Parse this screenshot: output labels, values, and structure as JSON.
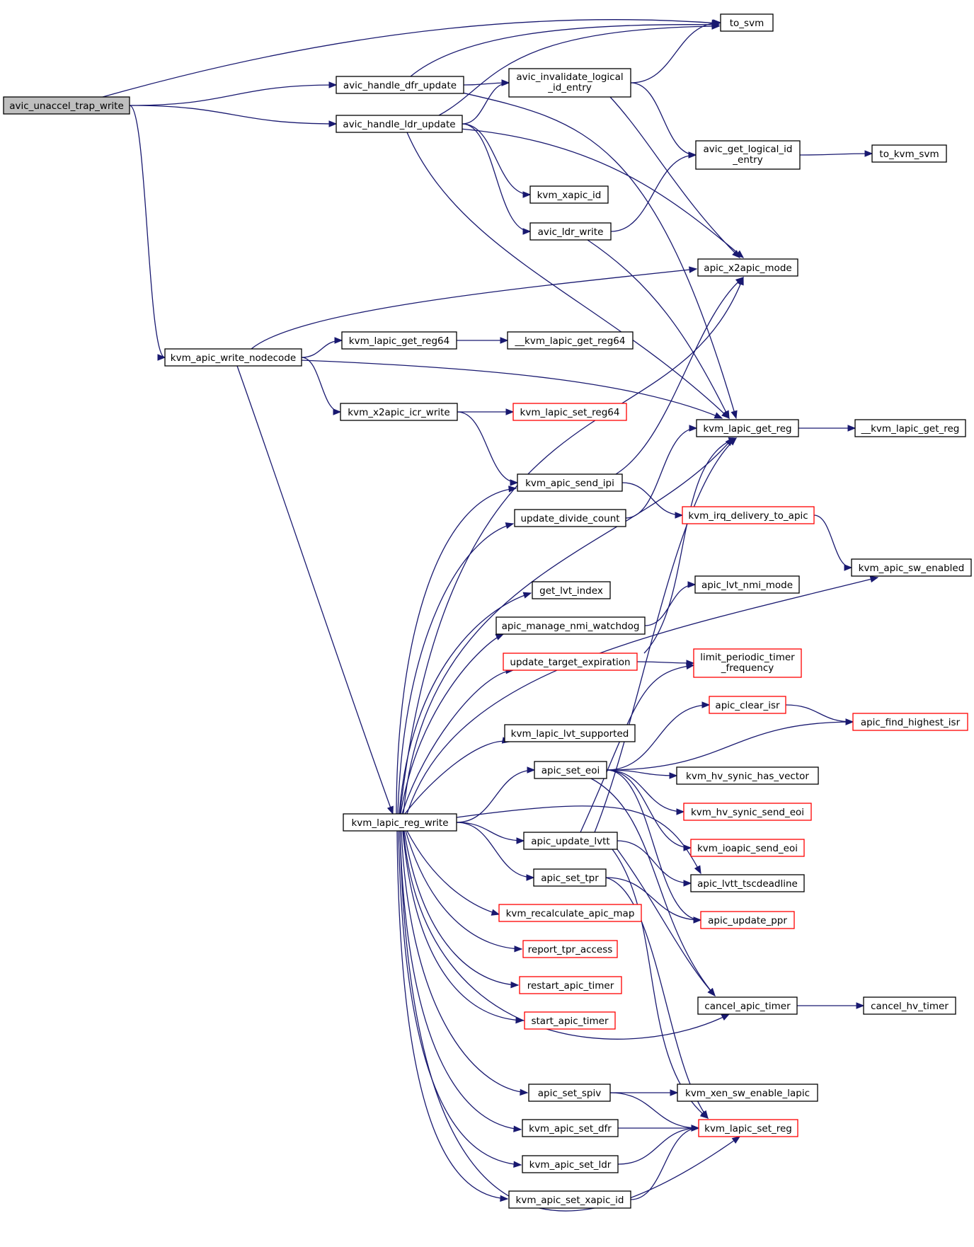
{
  "colors": {
    "edge": "#191970",
    "node_border": "#000000",
    "incomplete_border": "#ff0000",
    "root_fill": "#bfbfbf",
    "node_fill": "#ffffff"
  },
  "nodes": [
    {
      "id": "n0",
      "lines": [
        "avic_unaccel_trap_write"
      ],
      "style": "root"
    },
    {
      "id": "n1",
      "lines": [
        "avic_handle_dfr_update"
      ]
    },
    {
      "id": "n2",
      "lines": [
        "avic_handle_ldr_update"
      ]
    },
    {
      "id": "n3",
      "lines": [
        "kvm_apic_write_nodecode"
      ]
    },
    {
      "id": "n4",
      "lines": [
        "kvm_lapic_reg_write"
      ]
    },
    {
      "id": "n5",
      "lines": [
        "to_svm"
      ]
    },
    {
      "id": "n6",
      "lines": [
        "avic_invalidate_logical",
        "_id_entry"
      ]
    },
    {
      "id": "n7",
      "lines": [
        "kvm_xapic_id"
      ]
    },
    {
      "id": "n8",
      "lines": [
        "avic_ldr_write"
      ]
    },
    {
      "id": "n9",
      "lines": [
        "kvm_lapic_get_reg64"
      ]
    },
    {
      "id": "n10",
      "lines": [
        "kvm_x2apic_icr_write"
      ]
    },
    {
      "id": "n11",
      "lines": [
        "kvm_apic_send_ipi"
      ]
    },
    {
      "id": "n12",
      "lines": [
        "update_divide_count"
      ]
    },
    {
      "id": "n13",
      "lines": [
        "get_lvt_index"
      ]
    },
    {
      "id": "n14",
      "lines": [
        "apic_manage_nmi_watchdog"
      ]
    },
    {
      "id": "n15",
      "lines": [
        "update_target_expiration"
      ],
      "style": "incomplete"
    },
    {
      "id": "n16",
      "lines": [
        "kvm_lapic_lvt_supported"
      ]
    },
    {
      "id": "n17",
      "lines": [
        "apic_set_eoi"
      ]
    },
    {
      "id": "n18",
      "lines": [
        "apic_update_lvtt"
      ]
    },
    {
      "id": "n19",
      "lines": [
        "apic_set_tpr"
      ]
    },
    {
      "id": "n20",
      "lines": [
        "kvm_recalculate_apic_map"
      ],
      "style": "incomplete"
    },
    {
      "id": "n21",
      "lines": [
        "report_tpr_access"
      ],
      "style": "incomplete"
    },
    {
      "id": "n22",
      "lines": [
        "restart_apic_timer"
      ],
      "style": "incomplete"
    },
    {
      "id": "n23",
      "lines": [
        "start_apic_timer"
      ],
      "style": "incomplete"
    },
    {
      "id": "n24",
      "lines": [
        "apic_set_spiv"
      ]
    },
    {
      "id": "n25",
      "lines": [
        "kvm_apic_set_dfr"
      ]
    },
    {
      "id": "n26",
      "lines": [
        "kvm_apic_set_ldr"
      ]
    },
    {
      "id": "n27",
      "lines": [
        "kvm_apic_set_xapic_id"
      ]
    },
    {
      "id": "n28",
      "lines": [
        "__kvm_lapic_get_reg64"
      ]
    },
    {
      "id": "n29",
      "lines": [
        "kvm_lapic_set_reg64"
      ],
      "style": "incomplete"
    },
    {
      "id": "n30",
      "lines": [
        "avic_get_logical_id",
        "_entry"
      ]
    },
    {
      "id": "n31",
      "lines": [
        "apic_x2apic_mode"
      ]
    },
    {
      "id": "n32",
      "lines": [
        "kvm_lapic_get_reg"
      ]
    },
    {
      "id": "n33",
      "lines": [
        "kvm_irq_delivery_to_apic"
      ],
      "style": "incomplete"
    },
    {
      "id": "n34",
      "lines": [
        "apic_lvt_nmi_mode"
      ]
    },
    {
      "id": "n35",
      "lines": [
        "limit_periodic_timer",
        "_frequency"
      ],
      "style": "incomplete"
    },
    {
      "id": "n36",
      "lines": [
        "apic_clear_isr"
      ],
      "style": "incomplete"
    },
    {
      "id": "n37",
      "lines": [
        "kvm_hv_synic_has_vector"
      ]
    },
    {
      "id": "n38",
      "lines": [
        "kvm_hv_synic_send_eoi"
      ],
      "style": "incomplete"
    },
    {
      "id": "n39",
      "lines": [
        "kvm_ioapic_send_eoi"
      ],
      "style": "incomplete"
    },
    {
      "id": "n40",
      "lines": [
        "apic_lvtt_tscdeadline"
      ]
    },
    {
      "id": "n41",
      "lines": [
        "apic_update_ppr"
      ],
      "style": "incomplete"
    },
    {
      "id": "n42",
      "lines": [
        "cancel_apic_timer"
      ]
    },
    {
      "id": "n43",
      "lines": [
        "kvm_xen_sw_enable_lapic"
      ]
    },
    {
      "id": "n44",
      "lines": [
        "kvm_lapic_set_reg"
      ],
      "style": "incomplete"
    },
    {
      "id": "n45",
      "lines": [
        "to_kvm_svm"
      ]
    },
    {
      "id": "n46",
      "lines": [
        "__kvm_lapic_get_reg"
      ]
    },
    {
      "id": "n47",
      "lines": [
        "kvm_apic_sw_enabled"
      ]
    },
    {
      "id": "n48",
      "lines": [
        "apic_find_highest_isr"
      ],
      "style": "incomplete"
    },
    {
      "id": "n49",
      "lines": [
        "cancel_hv_timer"
      ]
    }
  ],
  "edges": [
    [
      "n0",
      "n5"
    ],
    [
      "n0",
      "n1"
    ],
    [
      "n0",
      "n2"
    ],
    [
      "n0",
      "n3"
    ],
    [
      "n1",
      "n5"
    ],
    [
      "n1",
      "n6"
    ],
    [
      "n1",
      "n32"
    ],
    [
      "n2",
      "n5"
    ],
    [
      "n2",
      "n6"
    ],
    [
      "n2",
      "n7"
    ],
    [
      "n2",
      "n8"
    ],
    [
      "n2",
      "n31"
    ],
    [
      "n2",
      "n32"
    ],
    [
      "n6",
      "n5"
    ],
    [
      "n6",
      "n30"
    ],
    [
      "n6",
      "n31"
    ],
    [
      "n8",
      "n30"
    ],
    [
      "n8",
      "n32"
    ],
    [
      "n30",
      "n45"
    ],
    [
      "n3",
      "n31"
    ],
    [
      "n3",
      "n9"
    ],
    [
      "n3",
      "n10"
    ],
    [
      "n3",
      "n32"
    ],
    [
      "n3",
      "n4"
    ],
    [
      "n9",
      "n28"
    ],
    [
      "n10",
      "n29"
    ],
    [
      "n10",
      "n11"
    ],
    [
      "n32",
      "n46"
    ],
    [
      "n11",
      "n31"
    ],
    [
      "n11",
      "n33"
    ],
    [
      "n33",
      "n47"
    ],
    [
      "n12",
      "n32"
    ],
    [
      "n14",
      "n34"
    ],
    [
      "n15",
      "n32"
    ],
    [
      "n15",
      "n35"
    ],
    [
      "n36",
      "n48"
    ],
    [
      "n17",
      "n36"
    ],
    [
      "n17",
      "n48"
    ],
    [
      "n17",
      "n37"
    ],
    [
      "n17",
      "n38"
    ],
    [
      "n17",
      "n39"
    ],
    [
      "n17",
      "n41"
    ],
    [
      "n17",
      "n42"
    ],
    [
      "n18",
      "n35"
    ],
    [
      "n18",
      "n32"
    ],
    [
      "n18",
      "n40"
    ],
    [
      "n18",
      "n44"
    ],
    [
      "n18",
      "n42"
    ],
    [
      "n19",
      "n41"
    ],
    [
      "n19",
      "n44"
    ],
    [
      "n42",
      "n49"
    ],
    [
      "n24",
      "n43"
    ],
    [
      "n24",
      "n44"
    ],
    [
      "n25",
      "n44"
    ],
    [
      "n26",
      "n44"
    ],
    [
      "n27",
      "n44"
    ],
    [
      "n4",
      "n31"
    ],
    [
      "n4",
      "n11"
    ],
    [
      "n4",
      "n12"
    ],
    [
      "n4",
      "n32"
    ],
    [
      "n4",
      "n13"
    ],
    [
      "n4",
      "n14"
    ],
    [
      "n4",
      "n15"
    ],
    [
      "n4",
      "n47"
    ],
    [
      "n4",
      "n16"
    ],
    [
      "n4",
      "n17"
    ],
    [
      "n4",
      "n40"
    ],
    [
      "n4",
      "n18"
    ],
    [
      "n4",
      "n19"
    ],
    [
      "n4",
      "n20"
    ],
    [
      "n4",
      "n21"
    ],
    [
      "n4",
      "n22"
    ],
    [
      "n4",
      "n23"
    ],
    [
      "n4",
      "n42"
    ],
    [
      "n4",
      "n24"
    ],
    [
      "n4",
      "n25"
    ],
    [
      "n4",
      "n26"
    ],
    [
      "n4",
      "n27"
    ],
    [
      "n4",
      "n44"
    ]
  ]
}
